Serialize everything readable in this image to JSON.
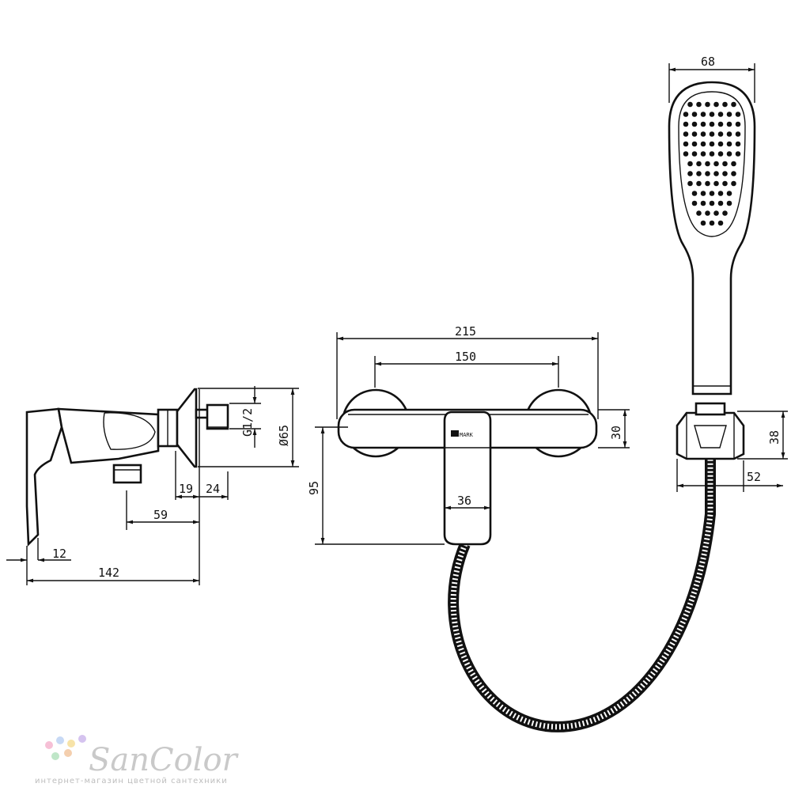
{
  "dimensions": {
    "side_12": "12",
    "side_142": "142",
    "side_59": "59",
    "side_19": "19",
    "side_24": "24",
    "side_thread": "G1/2",
    "side_diam": "Ø65",
    "front_215": "215",
    "front_150": "150",
    "front_30": "30",
    "front_95": "95",
    "front_36": "36",
    "shower_68": "68",
    "shower_38": "38",
    "shower_52": "52"
  },
  "brand": {
    "badge": "MARK"
  },
  "watermark": {
    "name": "SanColor",
    "tagline": "интернет-магазин цветной сантехники",
    "dot_colors": [
      "#f6c0d6",
      "#c7d9f5",
      "#f7e3a8",
      "#d5c3ef",
      "#bfe6c8",
      "#f4cfae"
    ]
  }
}
